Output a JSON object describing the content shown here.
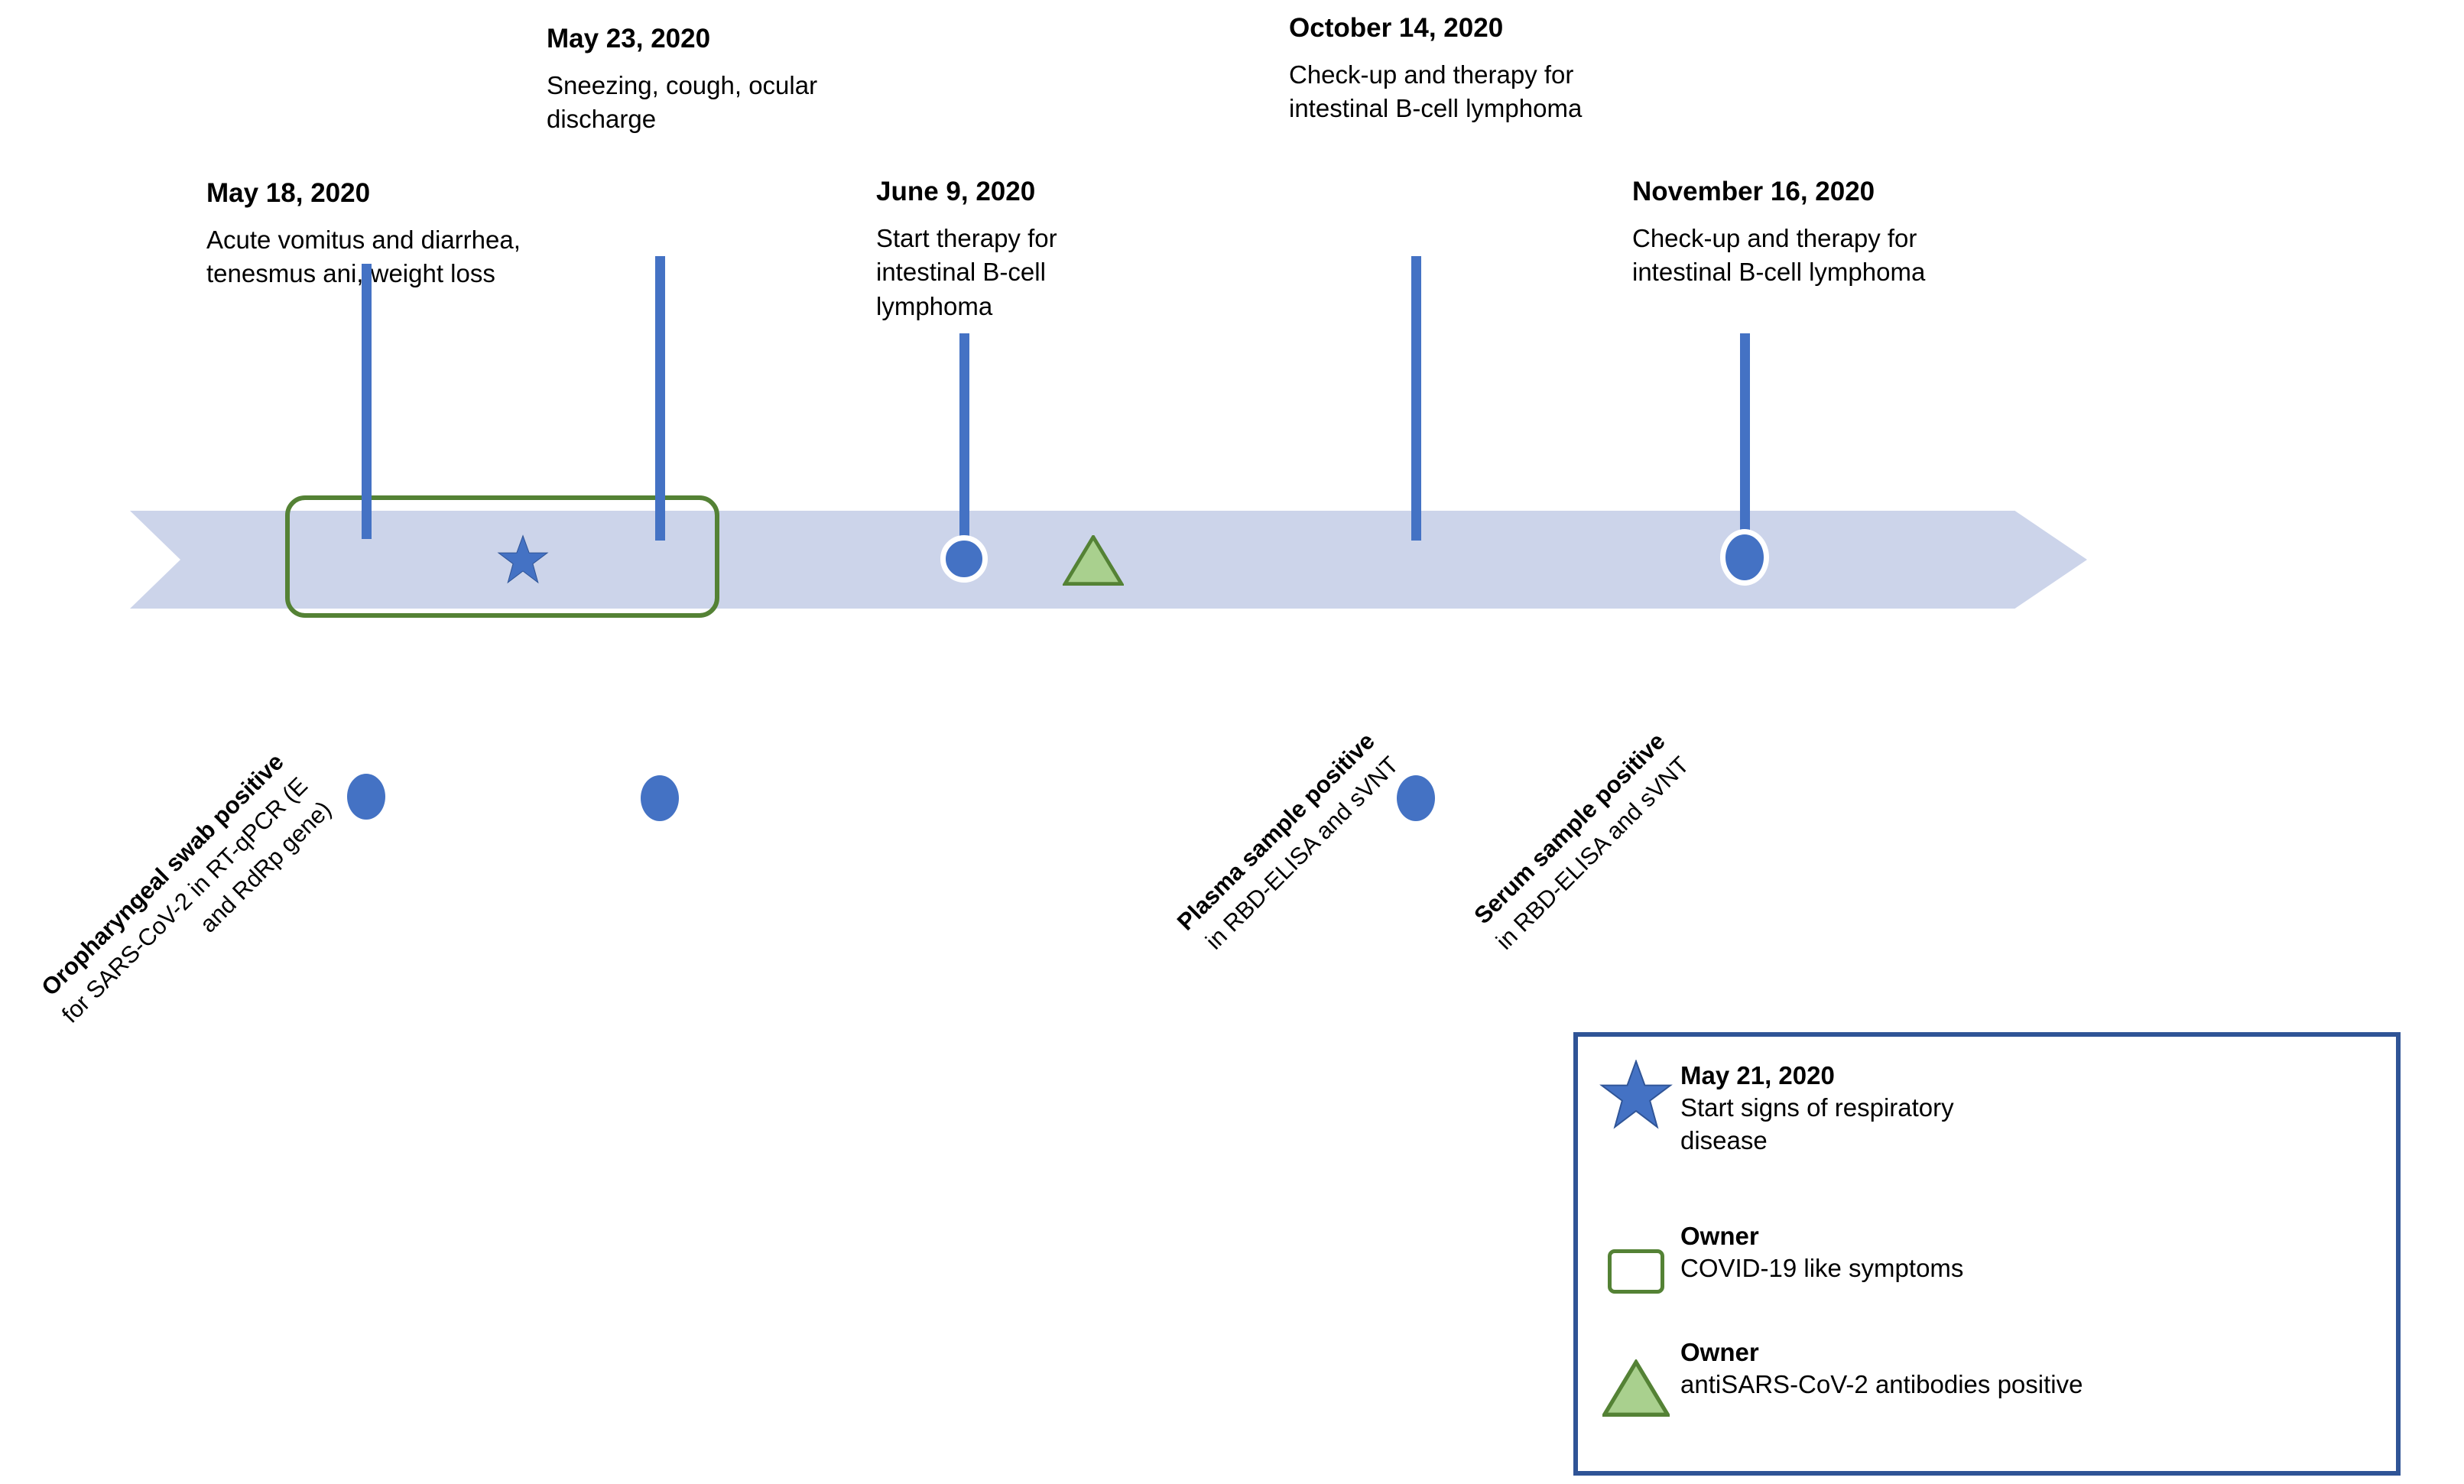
{
  "timeline": {
    "bar_color": "#CCD4EA",
    "accent_color": "#4472C4",
    "green_color": "#548235",
    "green_fill": "#A9D08E",
    "legend_border_color": "#2F5496",
    "events": [
      {
        "id": "may-18",
        "date": "May 18, 2020",
        "description": "Acute vomitus and diarrhea, tenesmus ani, weight loss",
        "marker": "oval"
      },
      {
        "id": "may-23",
        "date": "May 23, 2020",
        "description": "Sneezing, cough, ocular discharge",
        "marker": "oval"
      },
      {
        "id": "june-9",
        "date": "June 9, 2020",
        "description": "Start therapy for intestinal B-cell lymphoma",
        "marker": "circle"
      },
      {
        "id": "october-14",
        "date": "October 14, 2020",
        "description": "Check-up and therapy for intestinal B-cell lymphoma",
        "marker": "oval"
      },
      {
        "id": "november-16",
        "date": "November 16, 2020",
        "description": "Check-up and therapy for intestinal B-cell lymphoma",
        "marker": "oval"
      }
    ],
    "sample_labels": [
      {
        "id": "oropharyngeal-swab",
        "bold": "Oropharyngeal swab positive",
        "line2": "for SARS-CoV-2 in RT-qPCR (E",
        "line3": "and RdRp gene)"
      },
      {
        "id": "plasma-sample",
        "bold": "Plasma sample positive",
        "line2": "in RBD-ELISA and sVNT",
        "line3": ""
      },
      {
        "id": "serum-sample",
        "bold": "Serum sample positive",
        "line2": "in RBD-ELISA and sVNT",
        "line3": ""
      }
    ]
  },
  "legend": {
    "items": [
      {
        "id": "star",
        "icon": "star-icon",
        "title": "May 21, 2020",
        "description": "Start signs of respiratory disease"
      },
      {
        "id": "owner-symptoms",
        "icon": "green-box-icon",
        "title": "Owner",
        "description": "COVID-19 like symptoms"
      },
      {
        "id": "owner-antibodies",
        "icon": "green-triangle-icon",
        "title": "Owner",
        "description": "antiSARS-CoV-2 antibodies positive"
      }
    ]
  }
}
